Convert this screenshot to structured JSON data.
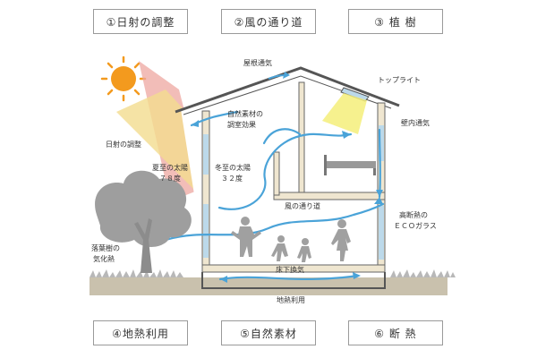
{
  "buttons": {
    "top": [
      "①日射の調整",
      "②風の通り道",
      "③ 植 樹"
    ],
    "bottom": [
      "④地熱利用",
      "⑤自然素材",
      "⑥ 断 熱"
    ]
  },
  "labels": {
    "roof_vent": "屋根通気",
    "toplight": "トップライト",
    "wall_vent": "壁内通気",
    "natural_material_1": "自然素材の",
    "natural_material_2": "調室効果",
    "sun_control": "日射の調整",
    "summer_sun_1": "夏至の太陽",
    "summer_sun_2": "７８度",
    "winter_sun_1": "冬至の太陽",
    "winter_sun_2": "３２度",
    "wind_path": "風の通り道",
    "insulation_1": "高断熱の",
    "insulation_2": "ＥＣＯガラス",
    "tree_1": "落葉樹の",
    "tree_2": "気化熱",
    "floor_vent": "床下換気",
    "geothermal": "地熱利用"
  },
  "colors": {
    "sun": "#f39a1e",
    "summer_beam": "#eda7a0",
    "winter_beam": "#f2dc8e",
    "toplight_beam": "#f4ee7a",
    "wind": "#4aa3d8",
    "window": "#bcd9ea",
    "wall": "#efe6d0",
    "ground": "#c9c1ad",
    "tree": "#9e9e9e"
  }
}
